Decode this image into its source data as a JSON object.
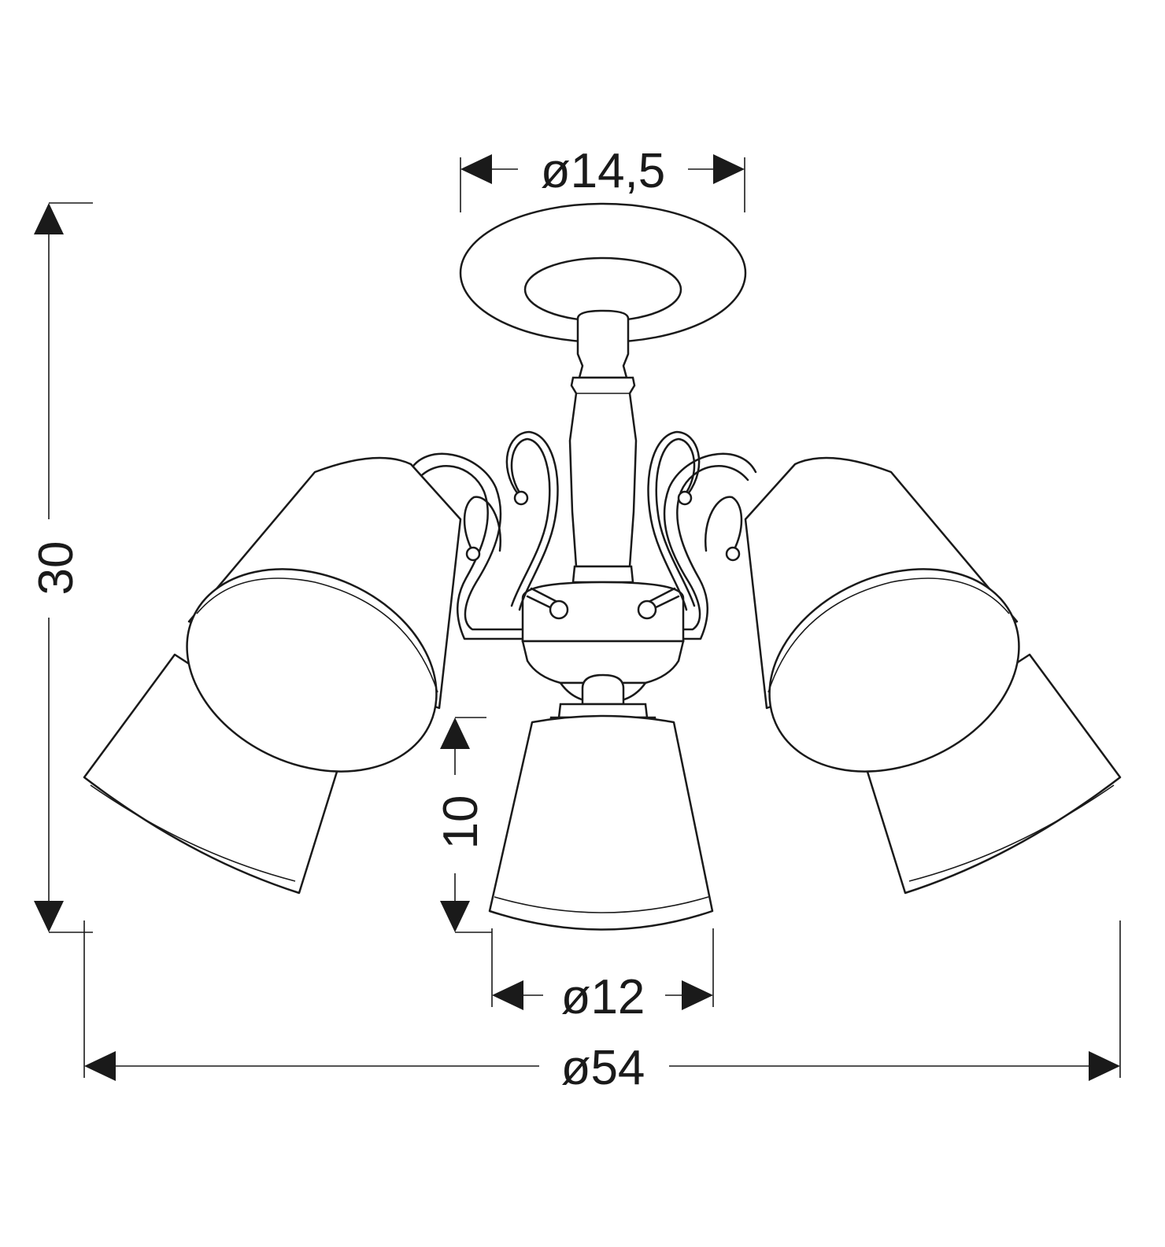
{
  "dimensions": {
    "canopy_diameter": "ø14,5",
    "total_height": "30",
    "shade_height": "10",
    "shade_diameter": "ø12",
    "total_diameter": "ø54"
  },
  "colors": {
    "line": "#1a1a1a",
    "background": "#ffffff"
  }
}
